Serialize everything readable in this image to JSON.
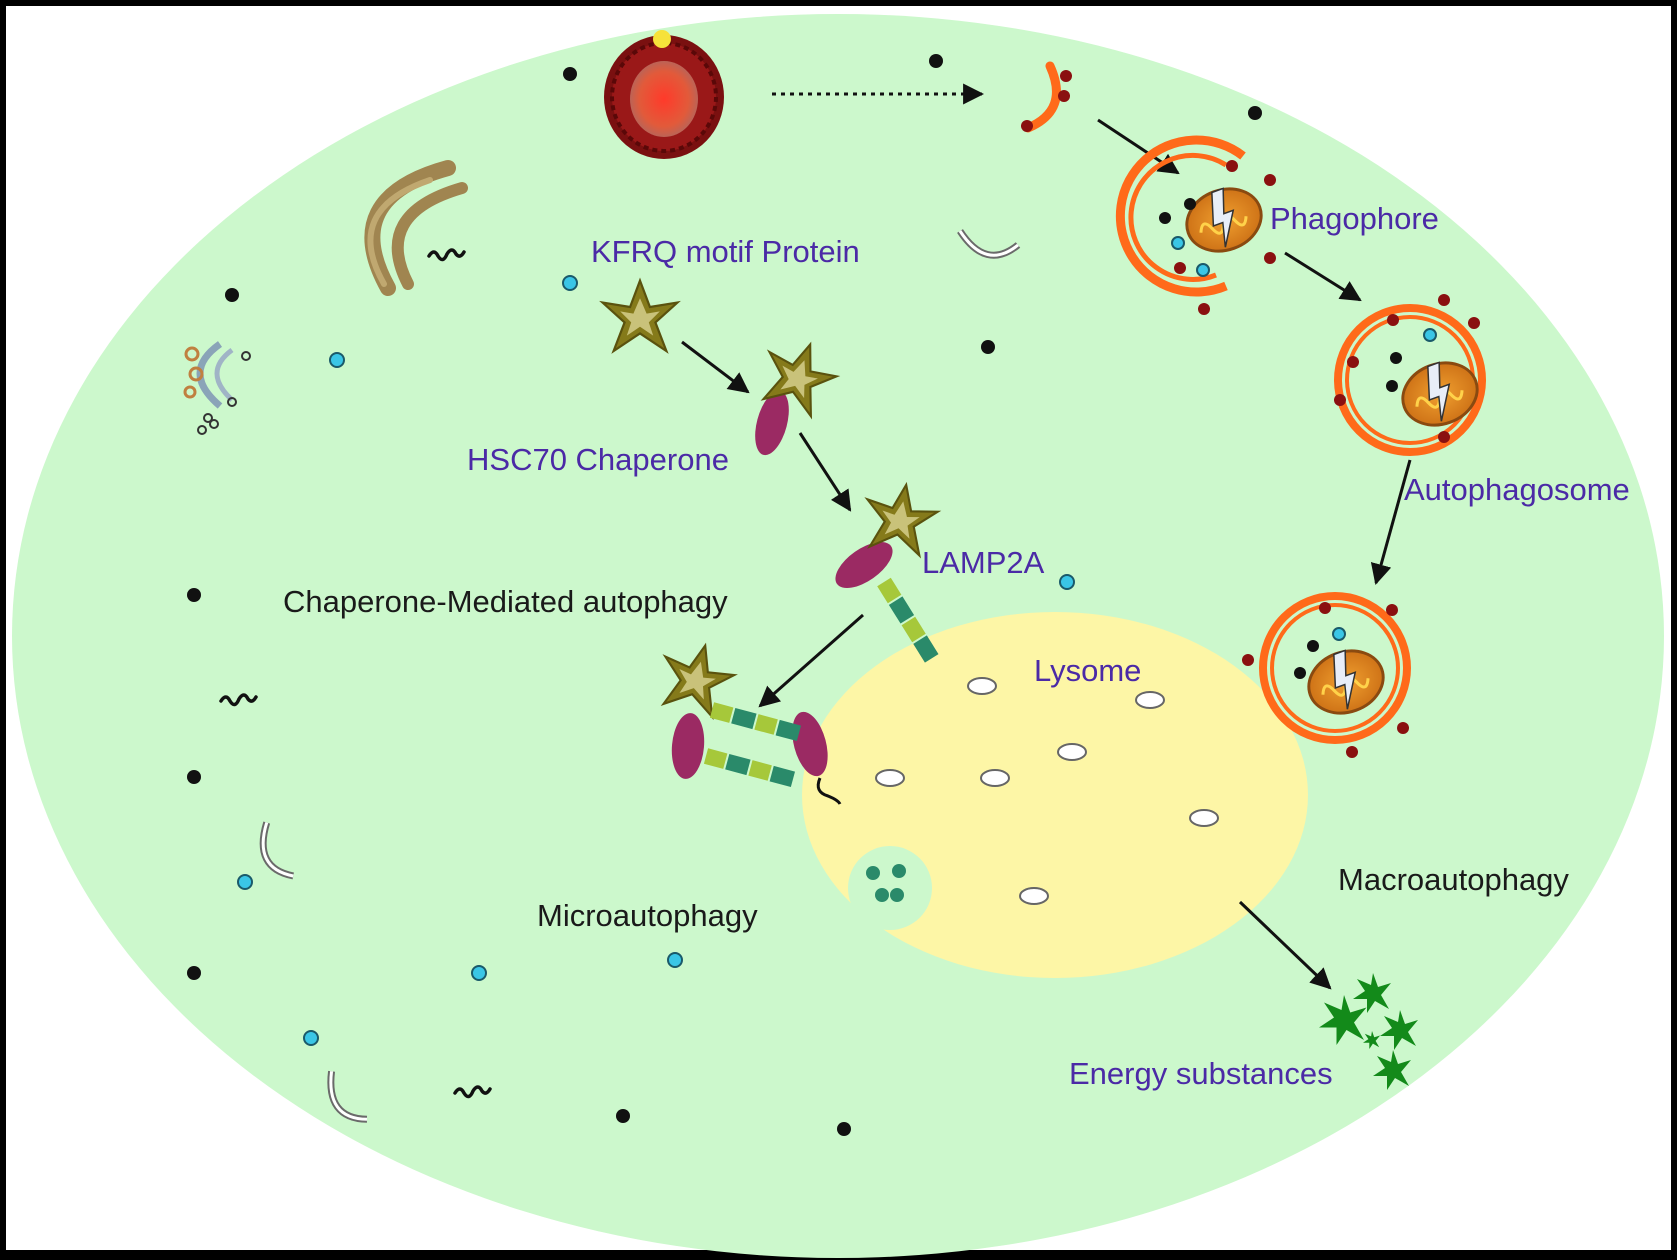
{
  "labels": {
    "kfrq": "KFRQ motif Protein",
    "hsc70": "HSC70 Chaperone",
    "lamp2a": "LAMP2A",
    "cma": "Chaperone-Mediated autophagy",
    "lysome": "Lysome",
    "micro": "Microautophagy",
    "macro": "Macroautophagy",
    "phagophore": "Phagophore",
    "autophagosome": "Autophagosome",
    "energy": "Energy substances"
  },
  "colors": {
    "cell": "#ccf8cc",
    "lysosome": "#fdf6a6",
    "membrane": "#ff6a1a",
    "label_purple": "#4b2aa6",
    "label_dark": "#1a1a1a",
    "chaperone": "#9b2a63",
    "substrate": "#857a1a",
    "energy": "#1a8a1a"
  },
  "icons": [
    "star-substrate-icon",
    "mitochondrion-icon",
    "golgi-icon",
    "er-icon",
    "proteasome-icon",
    "arrow-icon"
  ]
}
